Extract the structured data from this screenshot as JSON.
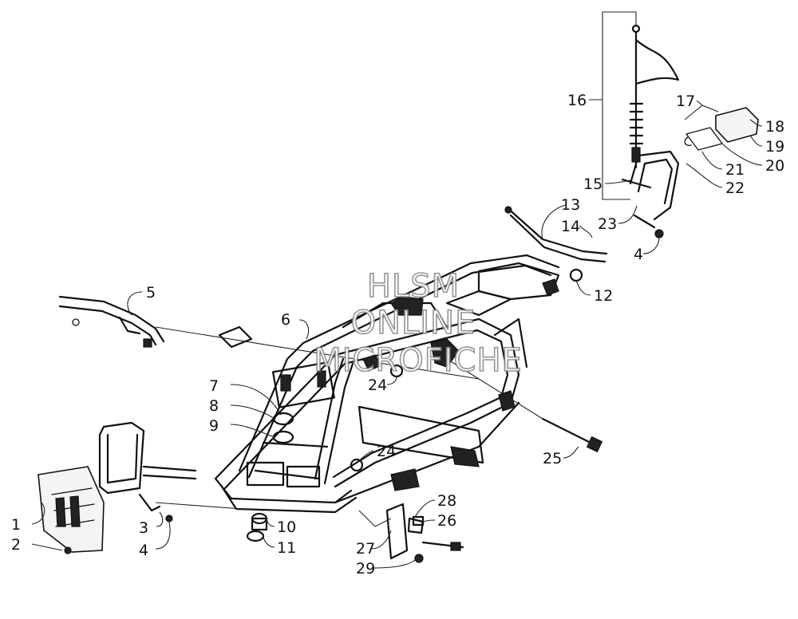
{
  "callouts": {
    "c1": "1",
    "c2": "2",
    "c3": "3",
    "c4a": "4",
    "c4b": "4",
    "c5": "5",
    "c6": "6",
    "c7": "7",
    "c8": "8",
    "c9": "9",
    "c10": "10",
    "c11": "11",
    "c12": "12",
    "c13": "13",
    "c14": "14",
    "c15": "15",
    "c16": "16",
    "c17": "17",
    "c18": "18",
    "c19": "19",
    "c20": "20",
    "c21": "21",
    "c22": "22",
    "c23": "23",
    "c24a": "24",
    "c24b": "24",
    "c25": "25",
    "c26": "26",
    "c27": "27",
    "c28": "28",
    "c29": "29"
  },
  "watermark": {
    "line1": "HLSM",
    "line2": "ONLINE",
    "line3": "MICROFICHE"
  }
}
